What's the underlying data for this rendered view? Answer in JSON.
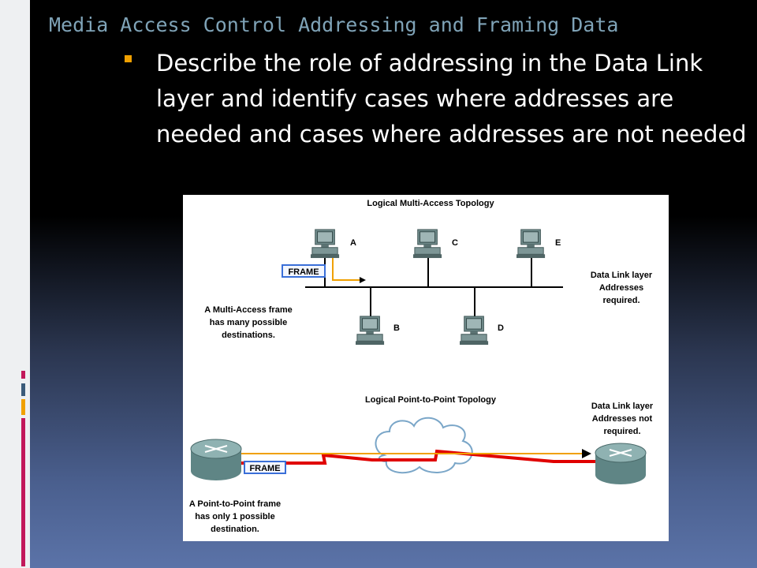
{
  "slide": {
    "title": "Media Access Control Addressing and Framing Data",
    "bullet": "Describe the role of addressing in the Data Link layer and identify cases where addresses are needed and cases where addresses are not needed"
  },
  "diagram": {
    "multi": {
      "title": "Logical Multi-Access Topology",
      "nodes": [
        "A",
        "C",
        "E",
        "B",
        "D"
      ],
      "frame_label": "FRAME",
      "left_note": [
        "A Multi-Access frame",
        "has many possible",
        "destinations."
      ],
      "right_note": [
        "Data Link layer",
        "Addresses",
        "required."
      ]
    },
    "p2p": {
      "title": "Logical Point-to-Point Topology",
      "frame_label": "FRAME",
      "left_note": [
        "A Point-to-Point frame",
        "has only 1 possible",
        "destination."
      ],
      "right_note": [
        "Data Link layer",
        "Addresses not",
        "required."
      ]
    }
  },
  "colors": {
    "bullet": "#f0a000",
    "title": "#7fa3b7",
    "frame_border": "#3a6fd8",
    "arrow": "#f0a000",
    "link": "#e00000"
  }
}
